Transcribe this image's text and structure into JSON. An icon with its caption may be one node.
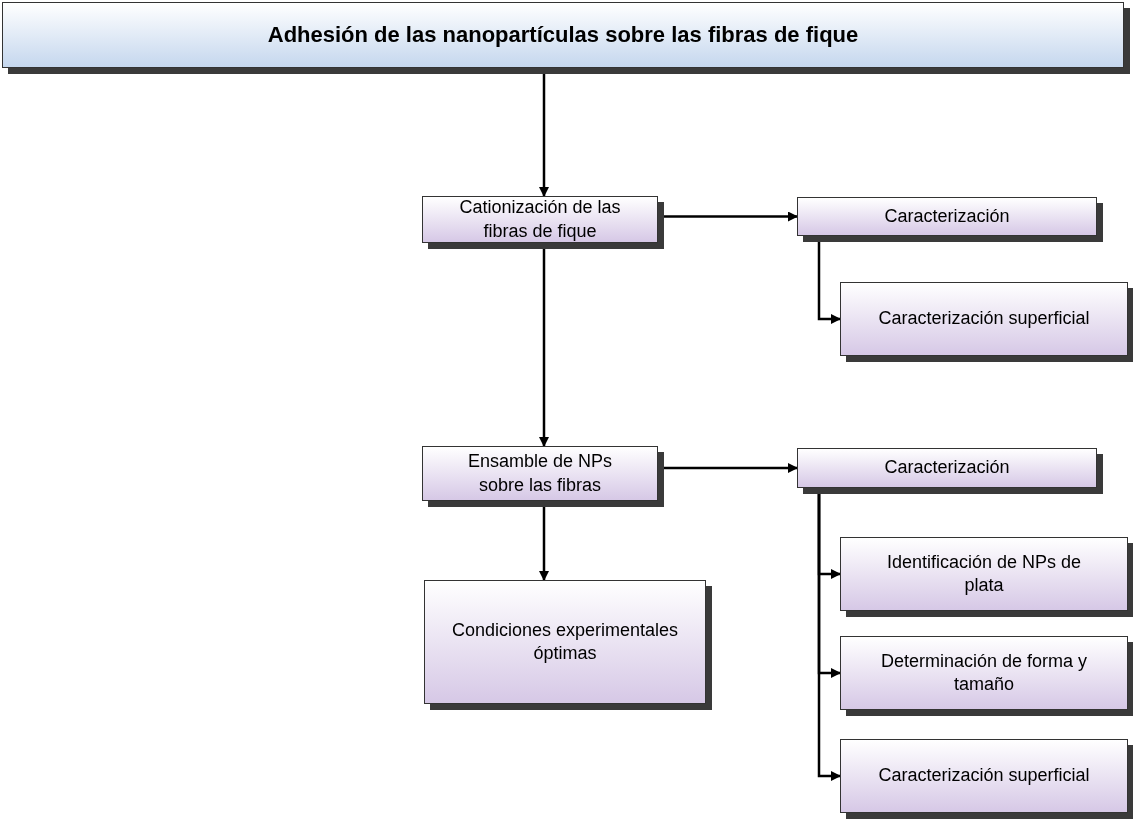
{
  "diagram": {
    "nodes": [
      {
        "text": [
          "Adhesión de las nanopartículas sobre las fibras de fique"
        ]
      },
      {
        "text": [
          "Cationización de las fibras de fique"
        ]
      },
      {
        "text": [
          "Caracterización"
        ]
      },
      {
        "text": [
          "Caracterización superficial"
        ]
      },
      {
        "text": [
          "Ensamble de NPs sobre las fibras"
        ]
      },
      {
        "text": [
          "Caracterización"
        ]
      },
      {
        "text": [
          "Identificación de NPs de plata"
        ]
      },
      {
        "text": [
          "Determinación de forma y tamaño"
        ]
      },
      {
        "text": [
          "Caracterización superficial"
        ]
      },
      {
        "text": [
          "Condiciones experimentales óptimas"
        ]
      }
    ],
    "edges": [
      {
        "from": 0,
        "to": 1,
        "arrow": "to"
      },
      {
        "from": 1,
        "to": 2,
        "arrow": "to"
      },
      {
        "from": 2,
        "to": 3,
        "arrow": "to"
      },
      {
        "from": 1,
        "to": 4,
        "arrow": "to"
      },
      {
        "from": 4,
        "to": 5,
        "arrow": "to"
      },
      {
        "from": 5,
        "to": 6,
        "arrow": "to"
      },
      {
        "from": 5,
        "to": 7,
        "arrow": "to"
      },
      {
        "from": 5,
        "to": 8,
        "arrow": "to"
      },
      {
        "from": 4,
        "to": 9,
        "arrow": "to"
      }
    ]
  }
}
